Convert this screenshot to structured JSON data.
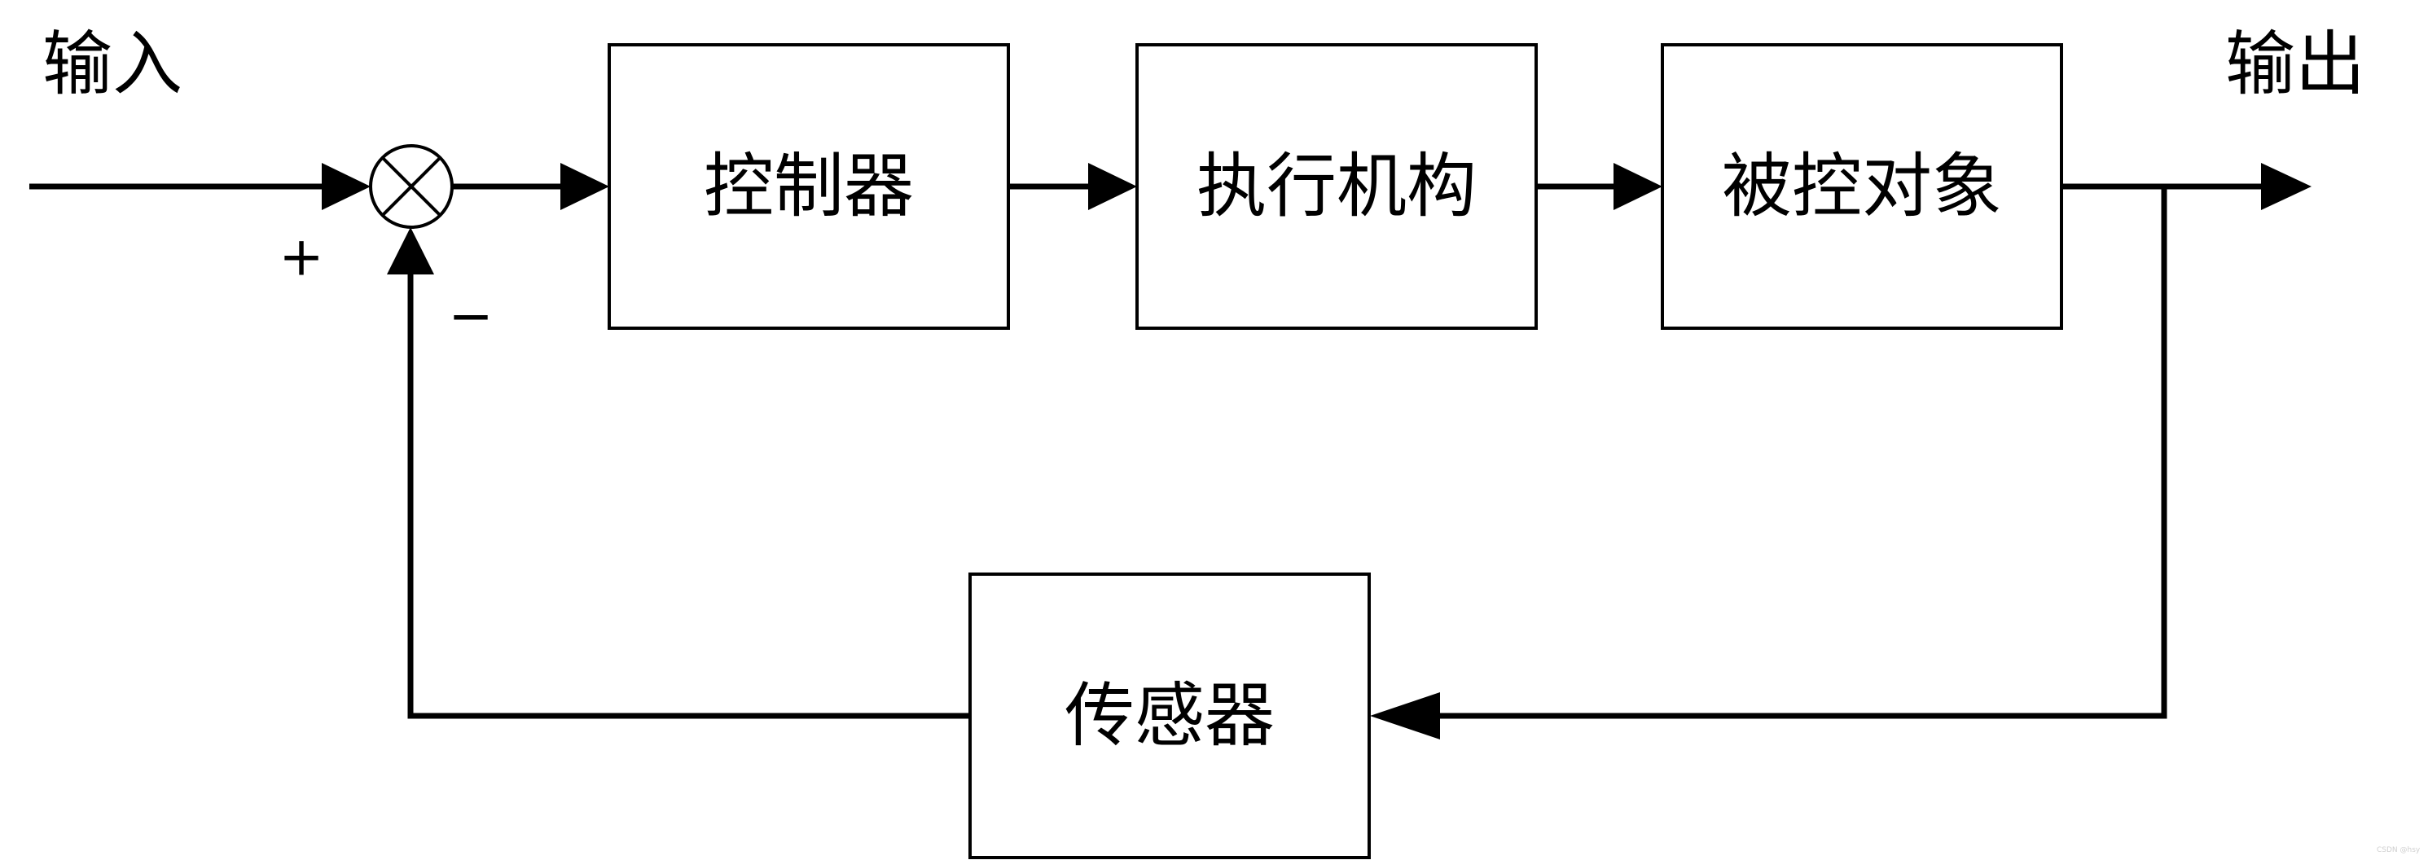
{
  "diagram": {
    "input_label": "输入",
    "output_label": "输出",
    "plus_sign": "+",
    "minus_sign": "−",
    "blocks": {
      "controller": "控制器",
      "actuator": "执行机构",
      "plant": "被控对象",
      "sensor": "传感器"
    },
    "watermark": "CSDN @hsy"
  },
  "colors": {
    "line": "#000000",
    "background": "#ffffff"
  }
}
